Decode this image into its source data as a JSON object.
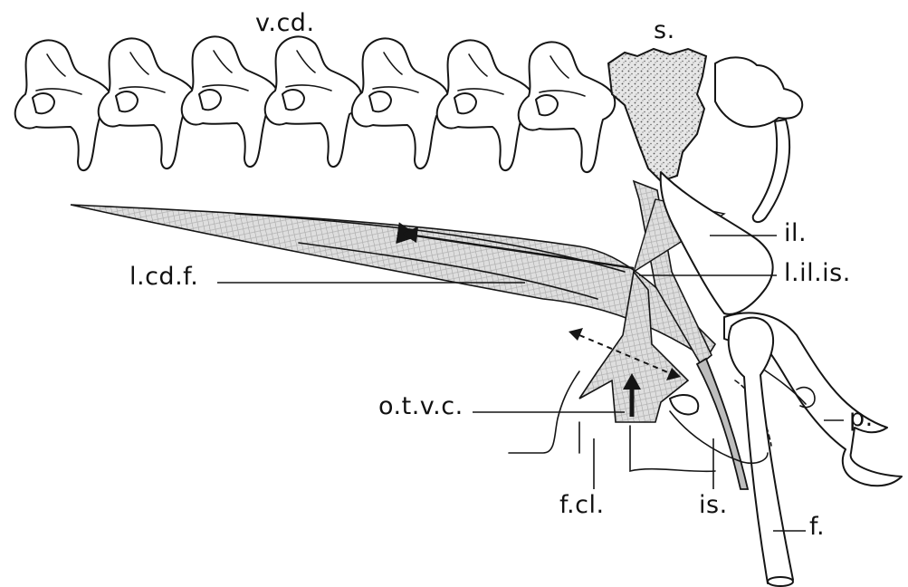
{
  "figure": {
    "labels": {
      "v_cd": "v.cd.",
      "s": "s.",
      "il": "il.",
      "l_cd_f": "l.cd.f.",
      "l_il_is": "l.il.is.",
      "o_t_v_c": "o.t.v.c.",
      "p": "p.",
      "f_cl": "f.cl.",
      "is": "is.",
      "f": "f."
    }
  },
  "colors": {
    "ink": "#151515",
    "ligament_fill": "#d9d9d9",
    "sacrum_stipple": "#cfcfcf",
    "paper": "#ffffff"
  }
}
